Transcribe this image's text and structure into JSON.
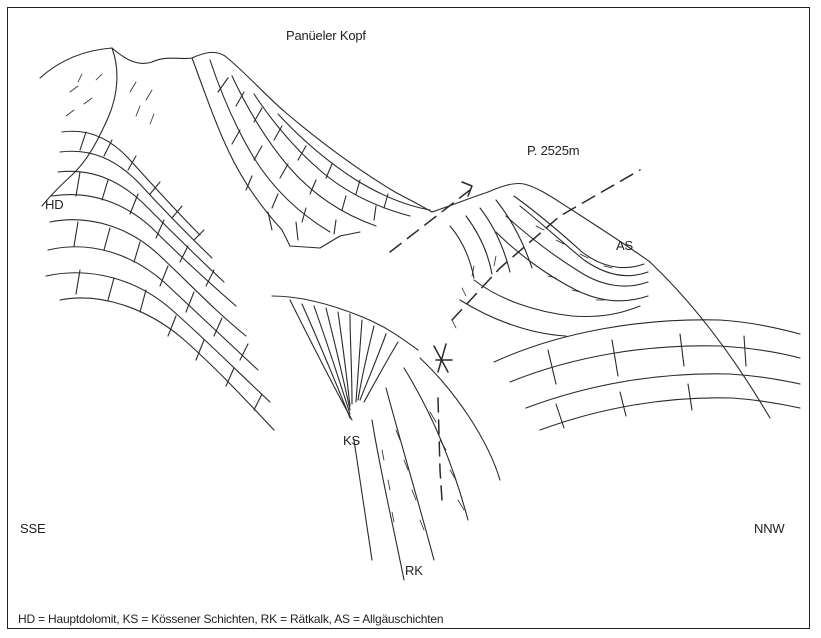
{
  "diagram": {
    "labels": {
      "peak": "Panüeler Kopf",
      "point": "P. 2525m",
      "hd": "HD",
      "as": "AS",
      "ks": "KS",
      "rk": "RK",
      "sse": "SSE",
      "nnw": "NNW"
    },
    "legend": "HD = Hauptdolomit, KS = Kössener Schichten, RK = Rätkalk, AS = Allgäuschichten"
  }
}
